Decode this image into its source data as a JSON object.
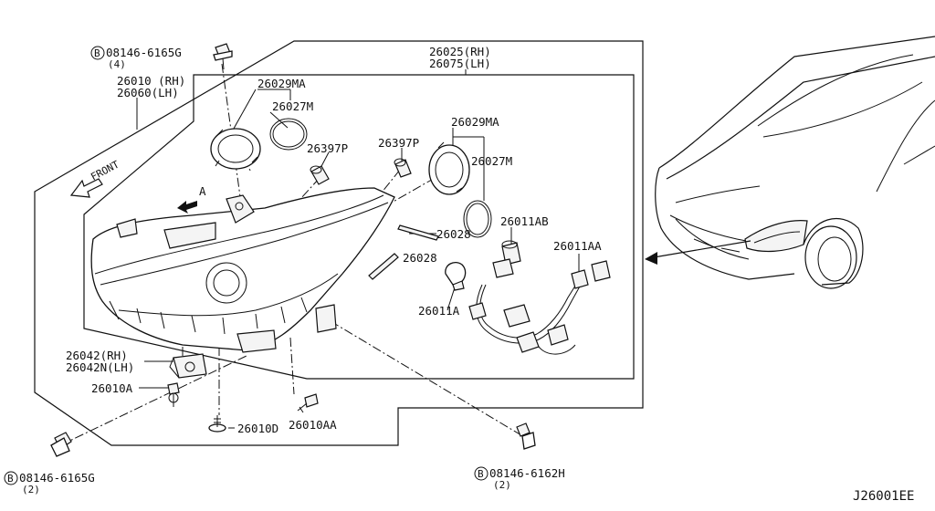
{
  "labels": {
    "bolt_top": "08146-6165G",
    "bolt_top_qty": "(4)",
    "assy_rh": "26010 (RH)",
    "assy_lh": "26060(LH)",
    "kit_rh": "26025(RH)",
    "kit_lh": "26075(LH)",
    "cap_ma_left": "26029MA",
    "oring_left": "26027M",
    "socket_left": "26397P",
    "socket_right": "26397P",
    "cap_ma_right": "26029MA",
    "oring_right": "26027M",
    "front": "FRONT",
    "view_a": "A",
    "clip_upper": "26028",
    "clip_lower": "26028",
    "bulb_ab": "26011AB",
    "harness_aa": "26011AA",
    "bulb_a": "26011A",
    "bracket_rh": "26042(RH)",
    "bracket_lh": "26042N(LH)",
    "screw_a": "26010A",
    "screw_d": "26010D",
    "screw_aa": "26010AA",
    "bolt_bl": "08146-6165G",
    "bolt_bl_qty": "(2)",
    "bolt_br": "08146-6162H",
    "bolt_br_qty": "(2)",
    "b_mark": "B",
    "diagram_code": "J26001EE"
  }
}
